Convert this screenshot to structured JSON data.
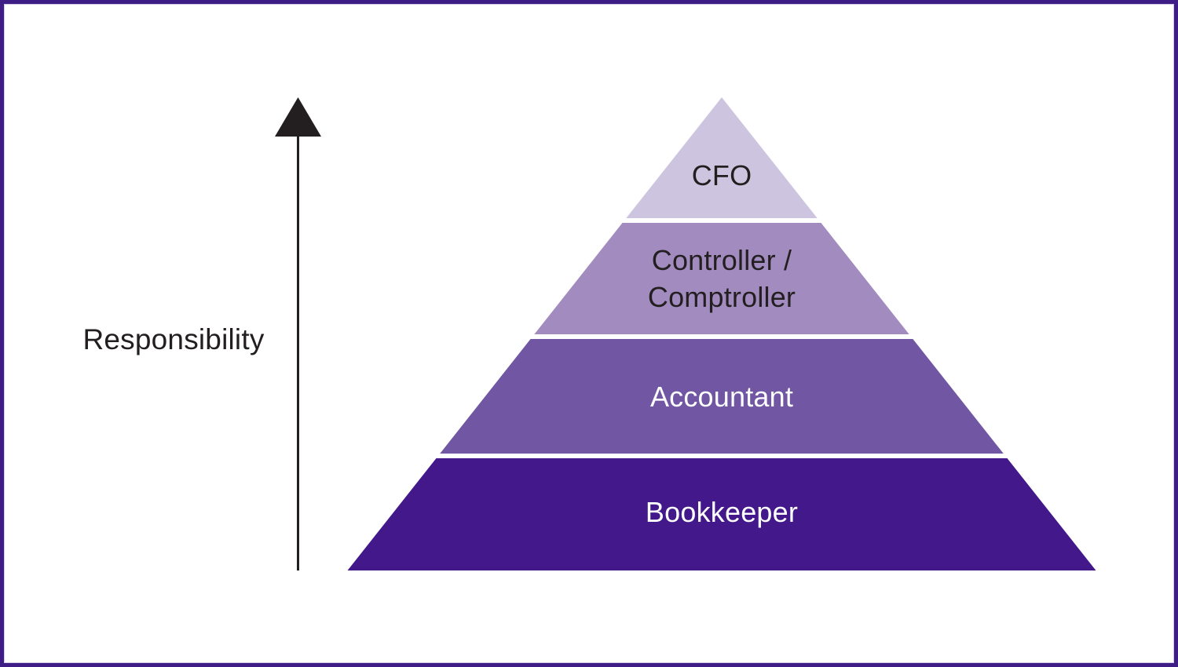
{
  "diagram": {
    "type": "pyramid-hierarchy",
    "axis": {
      "label": "Responsibility",
      "direction": "up",
      "arrow_color": "#231f20"
    },
    "border_color": "#3f1d87",
    "inner_hairline_color": "#d3cce4",
    "background_color": "#ffffff",
    "tiers": [
      {
        "rank": 1,
        "label": "CFO",
        "lines": [
          "CFO"
        ],
        "color": "#cdc5df",
        "text_color": "#231f20"
      },
      {
        "rank": 2,
        "label": "Controller / Comptroller",
        "lines": [
          "Controller /",
          "Comptroller"
        ],
        "color": "#a28bbf",
        "text_color": "#231f20"
      },
      {
        "rank": 3,
        "label": "Accountant",
        "lines": [
          "Accountant"
        ],
        "color": "#7156a4",
        "text_color": "#ffffff"
      },
      {
        "rank": 4,
        "label": "Bookkeeper",
        "lines": [
          "Bookkeeper"
        ],
        "color": "#43188b",
        "text_color": "#ffffff"
      }
    ]
  }
}
